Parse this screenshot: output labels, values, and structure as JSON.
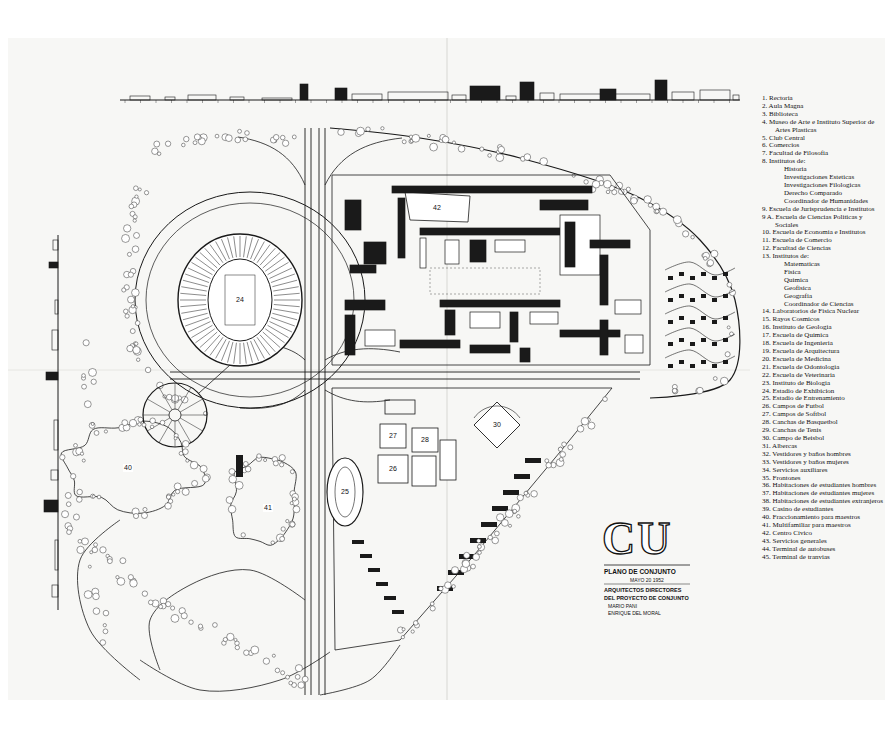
{
  "diagram": {
    "title": "CU",
    "labels": [
      "1. Rectoria",
      "2. Aula Magna",
      "3. Biblioteca",
      "4. Museo de Arte e Instituto Superior de Artes Plasticas",
      "5. Club Central",
      "6. Comercios",
      "7. Facultad de Filosofia",
      "8. Institutos de:",
      "Historia",
      "Investigaciones Esteticas",
      "Investigaciones Filologicas",
      "Derecho Comparado",
      "Coordinador de Humanidades",
      "9. Escuela de Jurisprudencia e Institutos",
      "9 A. Escuela de Ciencias Politicas y Sociales",
      "10. Escuela de Economia e Institutos",
      "11. Escuela de Comercio",
      "12. Facultad de Ciencias",
      "13. Institutos de:",
      "Matematicas",
      "Fisica",
      "Quimica",
      "Geofisica",
      "Geografia",
      "Coordinador de Ciencias",
      "14. Laboratorios de Fisica Nuclear",
      "15. Rayos Cosmicos",
      "16. Instituto de Geologia",
      "17. Escuela de Quimica",
      "18. Escuela de Ingenieria",
      "19. Escuela de Arquitectura",
      "20. Escuela de Medicina",
      "21. Escuela de Odontologia",
      "22. Escuela de Veterinaria",
      "23. Instituto de Biologia",
      "24. Estadio de Exhibicion",
      "25. Estadio de Entrenamiento",
      "26. Campos de Futbol",
      "27. Campos de Softbol",
      "28. Canchas de Basquetbol",
      "29. Canchas de Tenis",
      "30. Campo de Beisbol",
      "31. Albercas",
      "32. Vestidores y baños hombres",
      "33. Vestidores y baños mujeres",
      "34. Servicios auxiliares",
      "35. Frontones",
      "36. Habitaciones de estudiantes hombres",
      "37. Habitaciones de estudiantes mujeres",
      "38. Habitaciones de estudiantes extranjeros",
      "39. Casino de estudiantes",
      "40. Fraccionamiento para maestros",
      "41. Multifamiliar para maestros",
      "42. Centro Civico",
      "43. Servicios generales",
      "44. Terminal de autobuses",
      "45. Terminal de tranvias",
      "PLANO DE CONJUNTO",
      "MAYO 20 1952",
      "ARQUITECTOS DIRECTORES",
      "DEL PROYECTO DE CONJUNTO",
      "MARIO PANI",
      "ENRIQUE DEL MORAL",
      "24",
      "42",
      "40",
      "41",
      "25",
      "26",
      "27",
      "28",
      "30"
    ]
  }
}
